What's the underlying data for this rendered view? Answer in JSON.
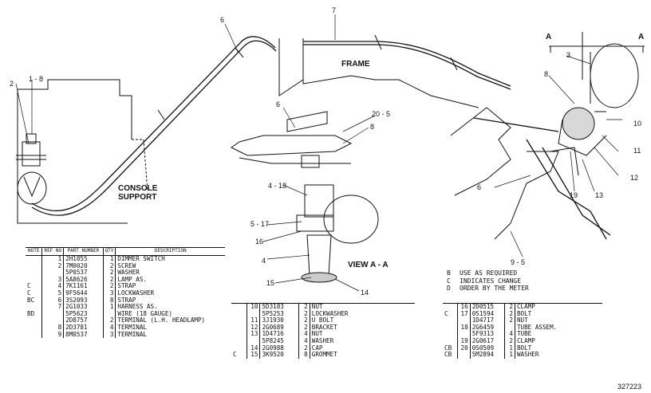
{
  "callouts": {
    "c_2": "2",
    "c_1_8": "1 - 8",
    "c_6_top": "6",
    "c_7": "7",
    "c_a_left": "A",
    "c_a_right": "A",
    "c_3": "3",
    "c_8_right": "8",
    "c_10": "10",
    "c_11": "11",
    "c_12": "12",
    "c_13": "13",
    "c_19": "19",
    "c_6_lower": "6",
    "c_9_5": "9 - 5",
    "c_6_mid": "6",
    "c_20_5": "20 - 5",
    "c_8_mid": "8",
    "c_4_18": "4 - 18",
    "c_5_17": "5 - 17",
    "c_16": "16",
    "c_4": "4",
    "c_15": "15",
    "c_14": "14"
  },
  "labels": {
    "frame": "FRAME",
    "console_support_1": "CONSOLE",
    "console_support_2": "SUPPORT",
    "view_aa": "VIEW A - A",
    "drawing_number": "327223"
  },
  "notes": [
    {
      "code": "B",
      "text": "USE AS REQUIRED"
    },
    {
      "code": "C",
      "text": "INDICATES CHANGE"
    },
    {
      "code": "D",
      "text": "ORDER BY THE METER"
    }
  ],
  "table1": {
    "headers": {
      "note": "NOTE",
      "ref": "REF NO",
      "part": "PART NUMBER",
      "qty": "QTY",
      "desc": "DESCRIPTION"
    },
    "rows": [
      {
        "note": "",
        "ref": "1",
        "part": "2H1855",
        "qty": "1",
        "desc": "DIMMER SWITCH"
      },
      {
        "note": "",
        "ref": "2",
        "part": "7M0020",
        "qty": "2",
        "desc": "SCREW"
      },
      {
        "note": "",
        "ref": "",
        "part": "5P0537",
        "qty": "2",
        "desc": "WASHER"
      },
      {
        "note": "",
        "ref": "3",
        "part": "5A8626",
        "qty": "2",
        "desc": "LAMP AS."
      },
      {
        "note": "C",
        "ref": "4",
        "part": "7K1161",
        "qty": "2",
        "desc": "STRAP"
      },
      {
        "note": "C",
        "ref": "5",
        "part": "9F5644",
        "qty": "3",
        "desc": "LOCKWASHER"
      },
      {
        "note": "BC",
        "ref": "6",
        "part": "3S2093",
        "qty": "8",
        "desc": "STRAP"
      },
      {
        "note": "",
        "ref": "7",
        "part": "2G1033",
        "qty": "1",
        "desc": "HARNESS AS."
      },
      {
        "note": "BD",
        "ref": "",
        "part": "5P5623",
        "qty": "",
        "desc": "WIRE (18 GAUGE)"
      },
      {
        "note": "",
        "ref": "",
        "part": "2D8757",
        "qty": "2",
        "desc": "TERMINAL (L.H. HEADLAMP)"
      },
      {
        "note": "",
        "ref": "8",
        "part": "2D3781",
        "qty": "4",
        "desc": "TERMINAL"
      },
      {
        "note": "",
        "ref": "9",
        "part": "8M0537",
        "qty": "3",
        "desc": "TERMINAL"
      }
    ]
  },
  "table2": {
    "rows": [
      {
        "note": "",
        "ref": "10",
        "part": "5D3183",
        "qty": "2",
        "desc": "NUT"
      },
      {
        "note": "",
        "ref": "",
        "part": "5P5253",
        "qty": "2",
        "desc": "LOCKWASHER"
      },
      {
        "note": "",
        "ref": "11",
        "part": "3J1930",
        "qty": "2",
        "desc": "U BOLT"
      },
      {
        "note": "",
        "ref": "12",
        "part": "2G0689",
        "qty": "2",
        "desc": "BRACKET"
      },
      {
        "note": "",
        "ref": "13",
        "part": "1D4716",
        "qty": "4",
        "desc": "NUT"
      },
      {
        "note": "",
        "ref": "",
        "part": "5P8245",
        "qty": "4",
        "desc": "WASHER"
      },
      {
        "note": "",
        "ref": "14",
        "part": "2G0988",
        "qty": "2",
        "desc": "CAP"
      },
      {
        "note": "C",
        "ref": "15",
        "part": "3K9520",
        "qty": "8",
        "desc": "GROMMET"
      }
    ]
  },
  "table3": {
    "rows": [
      {
        "note": "",
        "ref": "16",
        "part": "2D0515",
        "qty": "2",
        "desc": "CLAMP"
      },
      {
        "note": "C",
        "ref": "17",
        "part": "0S1594",
        "qty": "2",
        "desc": "BOLT"
      },
      {
        "note": "",
        "ref": "",
        "part": "1D4717",
        "qty": "2",
        "desc": "NUT"
      },
      {
        "note": "",
        "ref": "18",
        "part": "2G6459",
        "qty": "",
        "desc": "TUBE ASSEM."
      },
      {
        "note": "",
        "ref": "",
        "part": "5F9313",
        "qty": "4",
        "desc": "TUBE"
      },
      {
        "note": "",
        "ref": "19",
        "part": "2G0617",
        "qty": "2",
        "desc": "CLAMP"
      },
      {
        "note": "CB",
        "ref": "20",
        "part": "0S0509",
        "qty": "1",
        "desc": "BOLT"
      },
      {
        "note": "CB",
        "ref": "",
        "part": "5M2894",
        "qty": "1",
        "desc": "WASHER"
      }
    ]
  }
}
